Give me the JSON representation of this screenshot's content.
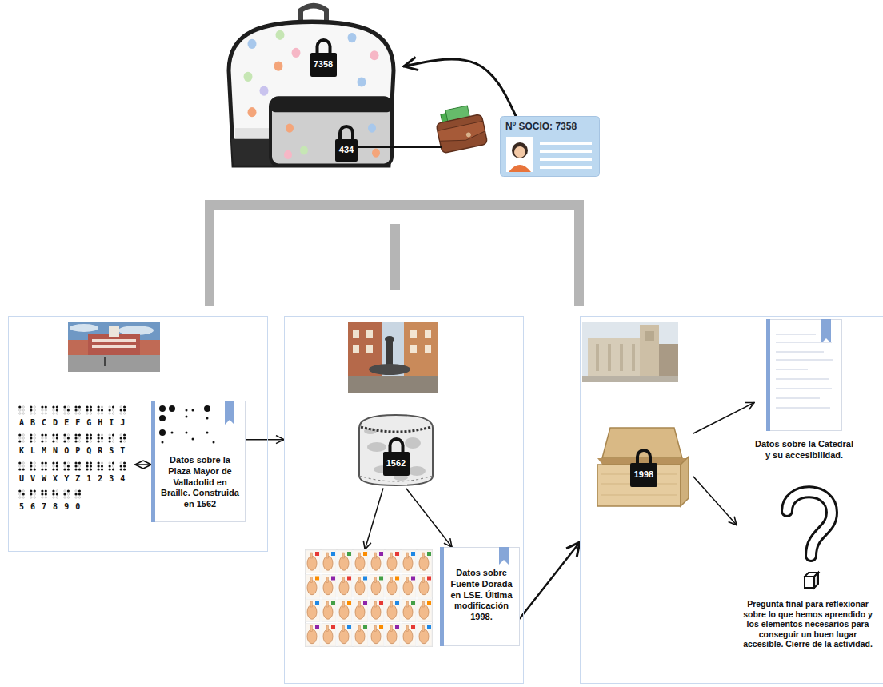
{
  "diagram": {
    "nodes": [
      {
        "text": []
      },
      {
        "text": [
          "7358"
        ],
        "in": 0
      },
      {
        "text": [
          "434"
        ],
        "in": 0
      },
      {
        "text": [
          "Nº SOCIO: 7358"
        ]
      },
      {
        "text": []
      },
      {
        "text": [
          "A B C D E F G H I J",
          "K L M N O P Q R S T",
          "U V W X Y Z 1 2 3 4",
          "5 6 7 8 9 0"
        ],
        "in": 4
      },
      {
        "text": [
          "Datos sobre la Plaza Mayor de Valladolid en Braille. Construida en 1562"
        ],
        "in": 4
      },
      {
        "text": []
      },
      {
        "text": [],
        "in": 7
      },
      {
        "text": [
          "1562"
        ],
        "in": 8
      },
      {
        "text": [],
        "in": 7
      },
      {
        "text": [
          "Datos sobre Fuente Dorada en LSE. Última modificación 1998."
        ],
        "in": 7
      },
      {
        "text": []
      },
      {
        "text": [],
        "in": 12
      },
      {
        "text": [
          "1998"
        ],
        "in": 13
      },
      {
        "text": [
          "Datos sobre la Catedral y su accesibilidad."
        ],
        "in": 12
      },
      {
        "text": [
          "Pregunta final para reflexionar sobre lo que hemos aprendido y los elementos necesarios para conseguir un buen lugar accesible. Cierre de la actividad."
        ],
        "in": 12
      }
    ],
    "edges": [
      {
        "from": 3,
        "to": 0,
        "arrow": "to"
      },
      {
        "from": 5,
        "to": 6,
        "arrow": "both"
      },
      {
        "from": 6,
        "to": 7,
        "arrow": "to"
      },
      {
        "from": 8,
        "to": 10,
        "arrow": "to"
      },
      {
        "from": 8,
        "to": 11,
        "arrow": "to"
      },
      {
        "from": 11,
        "to": 12,
        "arrow": "to"
      },
      {
        "from": 13,
        "to": 15,
        "arrow": "to"
      },
      {
        "from": 13,
        "to": 16,
        "arrow": "to"
      }
    ]
  }
}
